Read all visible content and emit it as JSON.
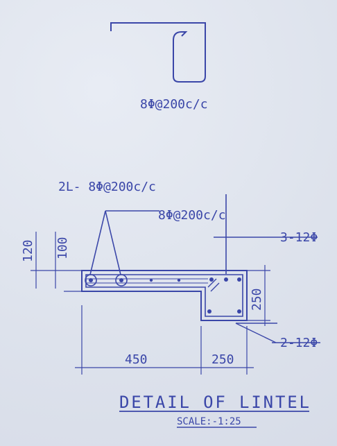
{
  "stirrup_label": "8Φ@200c/c",
  "legs_label": "2L- 8Φ@200c/c",
  "side_bar_label": "8Φ@200c/c",
  "top_bars_label": "3-12Φ",
  "bottom_bars_label": "2-12Φ",
  "dims": {
    "slab_120": "120",
    "slab_100": "100",
    "beam_250_v": "250",
    "span_450": "450",
    "span_250": "250"
  },
  "title": "DETAIL OF LINTEL",
  "scale": "SCALE:-1:25",
  "colors": {
    "ink": "#3a46a8",
    "paper": "#dfe4ee"
  }
}
